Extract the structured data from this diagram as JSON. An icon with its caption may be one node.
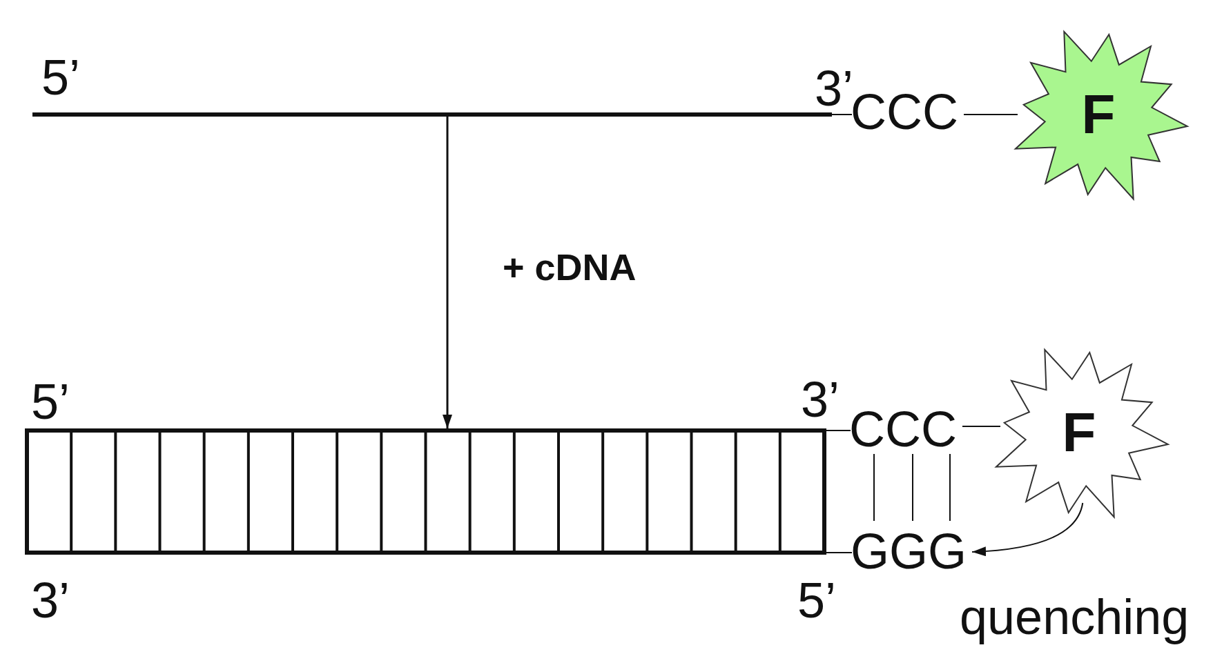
{
  "diagram": {
    "nodes": [
      {
        "text": [],
        "shape": "bar",
        "beside": [
          "5’",
          "3’"
        ]
      },
      {
        "text": [
          "CCC"
        ]
      },
      {
        "text": [
          "F"
        ]
      },
      {
        "text": [],
        "shape": "box",
        "beside": [
          "5’",
          "3’",
          "3’",
          "5’"
        ]
      },
      {
        "text": [
          "CCC"
        ]
      },
      {
        "text": [
          "GGG"
        ]
      },
      {
        "text": [
          "F"
        ]
      }
    ],
    "edges": [
      {
        "from": 0,
        "to": 1,
        "arrow": "none"
      },
      {
        "from": 1,
        "to": 2,
        "arrow": "none"
      },
      {
        "from": 0,
        "to": 3,
        "arrow": "to",
        "label": "+ cDNA"
      },
      {
        "from": 4,
        "to": 6,
        "arrow": "none"
      },
      {
        "from": 4,
        "to": 5,
        "arrow": "none"
      },
      {
        "from": 4,
        "to": 5,
        "arrow": "none"
      },
      {
        "from": 4,
        "to": 5,
        "arrow": "none"
      },
      {
        "from": 3,
        "to": 4,
        "arrow": "none"
      },
      {
        "from": 3,
        "to": 5,
        "arrow": "none"
      },
      {
        "from": 6,
        "to": 5,
        "arrow": "to"
      }
    ],
    "labels": [
      "quenching"
    ]
  }
}
